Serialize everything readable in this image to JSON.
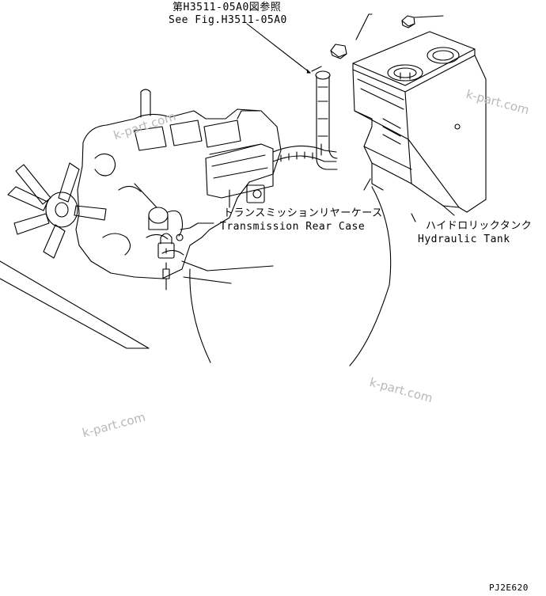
{
  "callouts": {
    "see_fig_jp": "第H3511-05A0図参照",
    "see_fig_en": "See Fig.H3511-05A0",
    "transmission_jp": "トランスミッションリヤーケース",
    "transmission_en": "Transmission Rear Case",
    "hydraulic_jp": "ハイドロリックタンク",
    "hydraulic_en": "Hydraulic Tank"
  },
  "watermarks": [
    "k-part.com",
    "k-part.com",
    "k-part.com",
    "k-part.com"
  ],
  "drawing_code": "PJ2E620",
  "colors": {
    "line": "#000000",
    "watermark": "#b8b8b8",
    "background": "#ffffff"
  }
}
